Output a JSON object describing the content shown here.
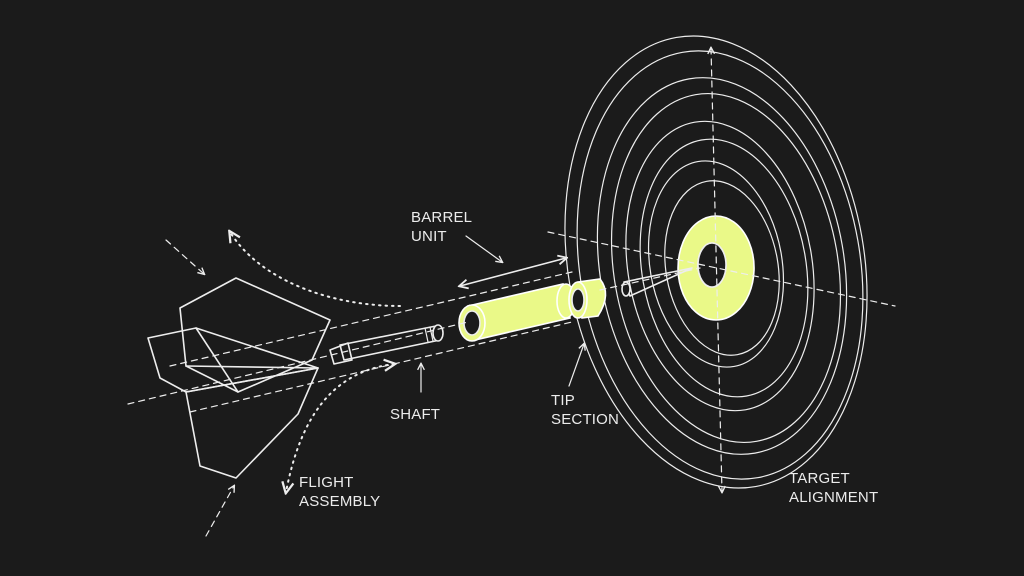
{
  "labels": {
    "barrel": [
      "BARREL",
      "UNIT"
    ],
    "tip": [
      "TIP",
      "SECTION"
    ],
    "shaft": [
      "SHAFT"
    ],
    "flight": [
      "FLIGHT",
      "ASSEMBLY"
    ],
    "target": [
      "TARGET",
      "ALIGNMENT"
    ]
  },
  "colors": {
    "background": "#1b1b1b",
    "line": "#ededed",
    "highlight": "#eaf988"
  }
}
